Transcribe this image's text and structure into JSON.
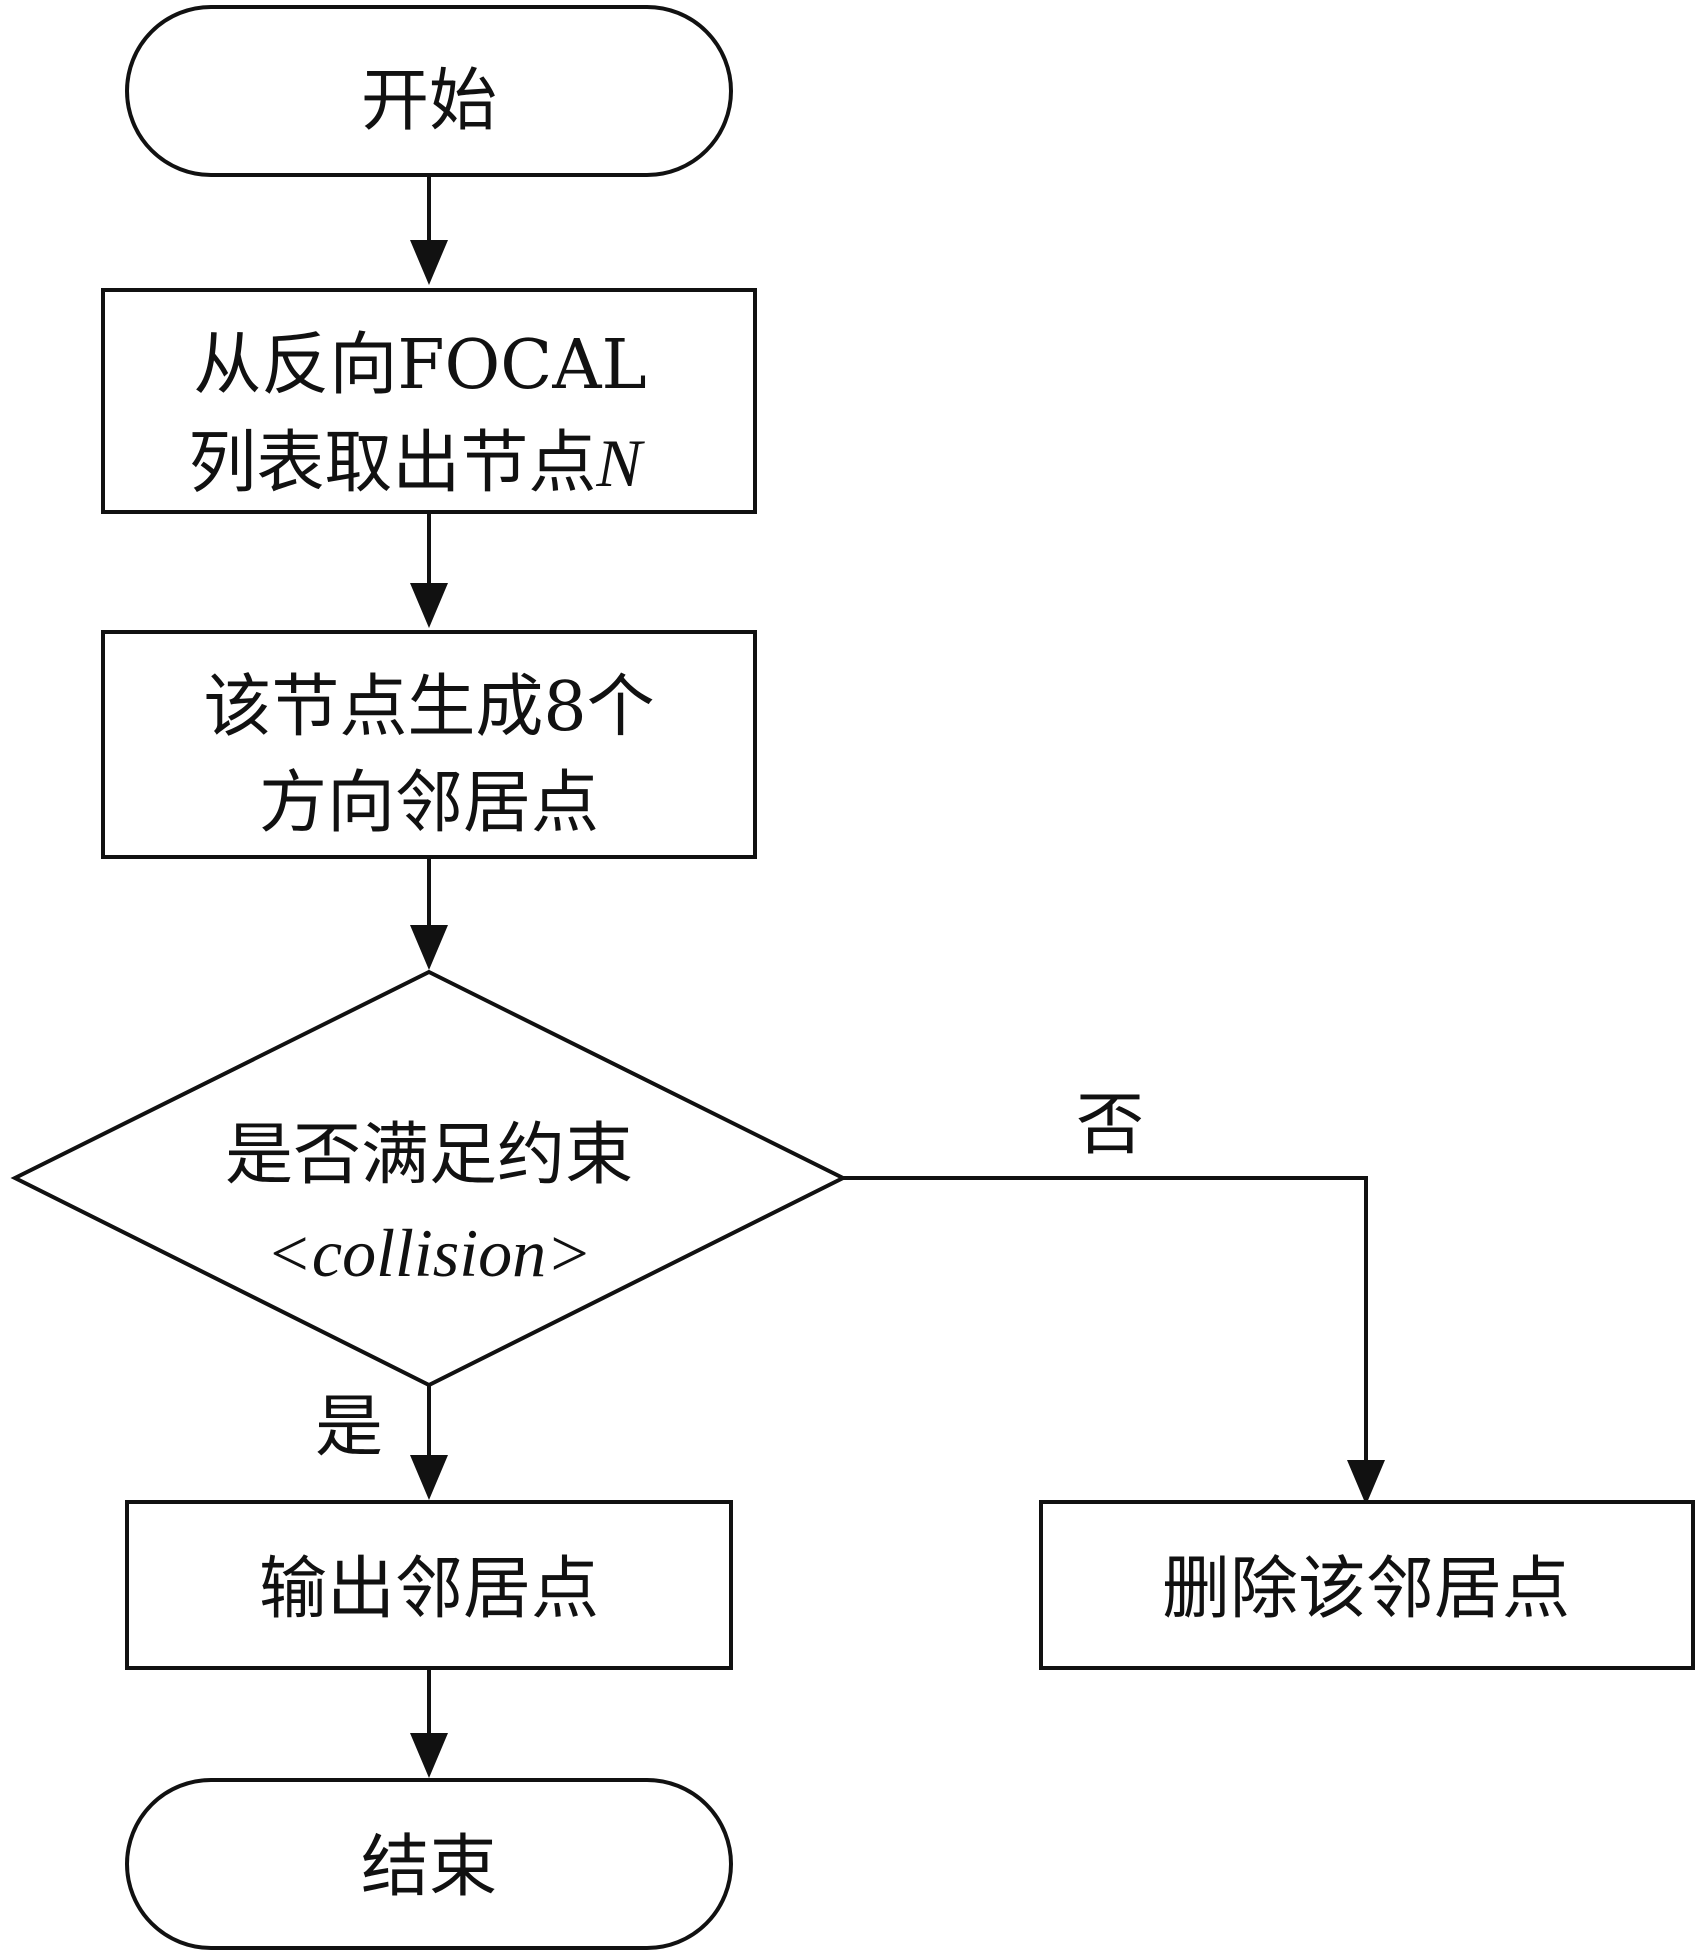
{
  "nodes": {
    "start": "开始",
    "fetch_line1": "从反向FOCAL",
    "fetch_line2_prefix": "列表取出节点",
    "fetch_line2_var": "N",
    "generate_line1": "该节点生成8个",
    "generate_line2": "方向邻居点",
    "decision_line1": "是否满足约束",
    "decision_line2": "<collision>",
    "output": "输出邻居点",
    "delete": "删除该邻居点",
    "end": "结束"
  },
  "edges": {
    "yes_label": "是",
    "no_label": "否"
  }
}
